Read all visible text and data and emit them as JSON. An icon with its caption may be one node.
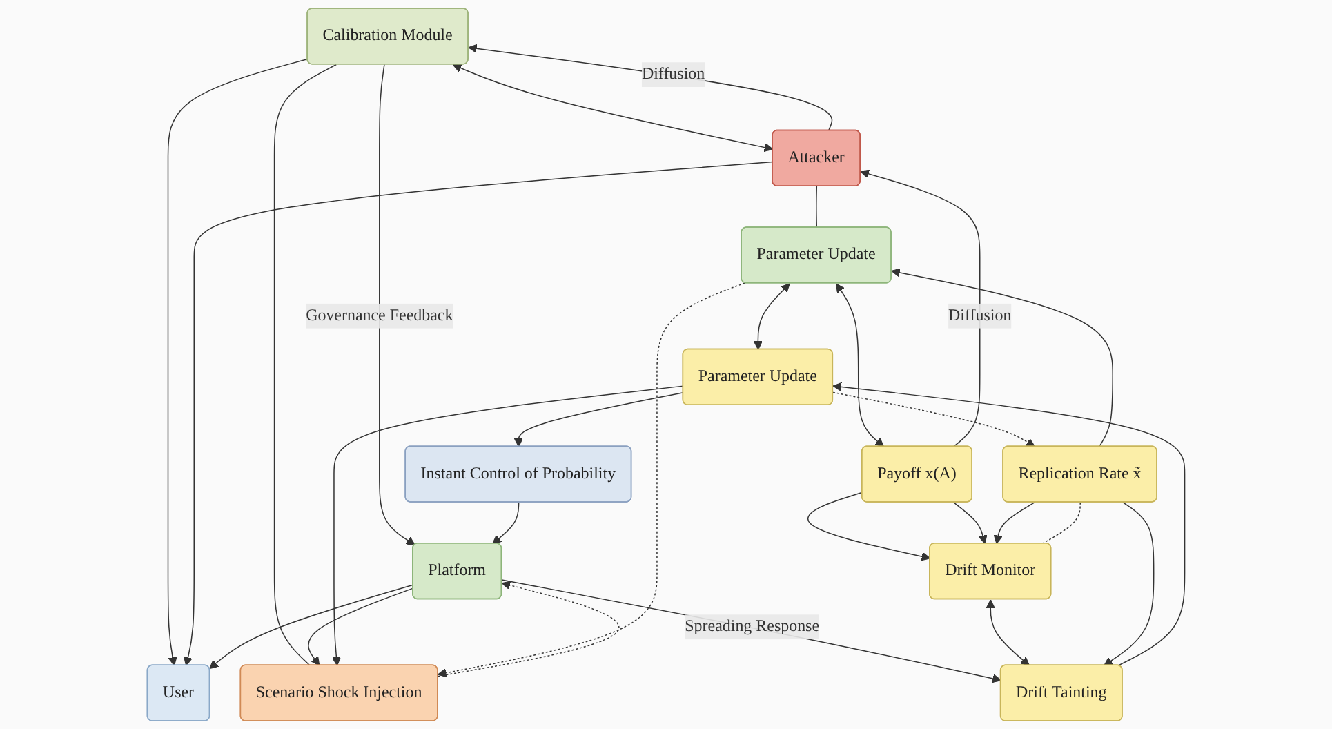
{
  "diagram": {
    "nodes": [
      {
        "text": [
          "Calibration Module"
        ]
      },
      {
        "text": [
          "Attacker"
        ]
      },
      {
        "text": [
          "User"
        ]
      },
      {
        "text": [
          "Platform"
        ]
      },
      {
        "text": [
          "Instant Control of Probability"
        ]
      },
      {
        "text": [
          "Payoff x(A)"
        ]
      },
      {
        "text": [
          "Drift Monitor"
        ]
      },
      {
        "text": [
          "Drift Tainting"
        ]
      },
      {
        "text": [
          "Parameter Update"
        ]
      },
      {
        "text": [
          "Scenario Shock Injection"
        ]
      },
      {
        "text": [
          "Replication Rate x̃"
        ]
      },
      {
        "text": [
          "Parameter Update"
        ]
      }
    ],
    "edges": [
      {
        "from": 0,
        "to": 1,
        "arrow": "both"
      },
      {
        "from": 1,
        "to": 0,
        "arrow": "to",
        "label": "Diffusion"
      },
      {
        "from": 0,
        "to": 2,
        "arrow": "to"
      },
      {
        "from": 0,
        "to": 3,
        "arrow": "to",
        "label": "Governance Feedback"
      },
      {
        "from": 1,
        "to": 2,
        "arrow": "to"
      },
      {
        "from": 3,
        "to": 2,
        "arrow": "to"
      },
      {
        "from": 0,
        "to": 9,
        "arrow": "none"
      },
      {
        "from": 3,
        "to": 9,
        "arrow": "to"
      },
      {
        "from": 9,
        "to": 3,
        "arrow": "to",
        "style": "dashed"
      },
      {
        "from": 4,
        "to": 3,
        "arrow": "to"
      },
      {
        "from": 3,
        "to": 7,
        "arrow": "to",
        "label": "Spreading Response"
      },
      {
        "from": 8,
        "to": 4,
        "arrow": "to"
      },
      {
        "from": 7,
        "to": 8,
        "arrow": "to"
      },
      {
        "from": 8,
        "to": 9,
        "arrow": "to"
      },
      {
        "from": 6,
        "to": 7,
        "arrow": "both"
      },
      {
        "from": 5,
        "to": 1,
        "arrow": "to",
        "label": "Diffusion"
      },
      {
        "from": 5,
        "to": 6,
        "arrow": "to"
      },
      {
        "from": 5,
        "to": 6,
        "arrow": "to"
      },
      {
        "from": 10,
        "to": 6,
        "arrow": "to"
      },
      {
        "from": 6,
        "to": 10,
        "arrow": "none",
        "style": "dashed"
      },
      {
        "from": 10,
        "to": 7,
        "arrow": "to"
      },
      {
        "from": 8,
        "to": 10,
        "arrow": "to",
        "style": "dashed"
      },
      {
        "from": 10,
        "to": 11,
        "arrow": "to"
      },
      {
        "from": 11,
        "to": 8,
        "arrow": "both"
      },
      {
        "from": 11,
        "to": 9,
        "arrow": "to",
        "style": "dashed"
      },
      {
        "from": 11,
        "to": 5,
        "arrow": "both"
      },
      {
        "from": 1,
        "to": 11,
        "arrow": "none"
      }
    ]
  }
}
